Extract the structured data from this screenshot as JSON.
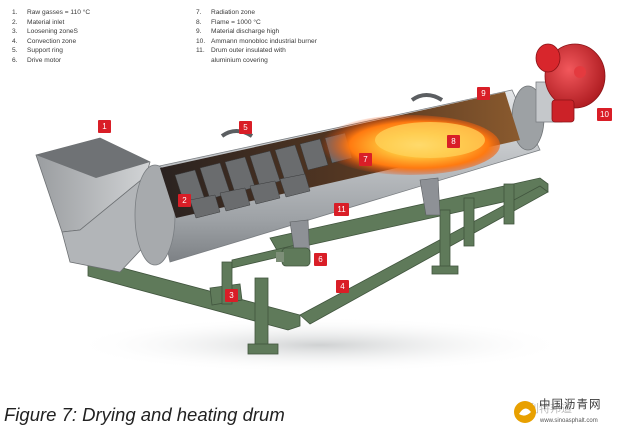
{
  "legend": {
    "left": [
      {
        "num": "1.",
        "text": "Raw gasses = 110 °C"
      },
      {
        "num": "2.",
        "text": "Material inlet"
      },
      {
        "num": "3.",
        "text": "Loosening zoneS"
      },
      {
        "num": "4.",
        "text": "Convection zone"
      },
      {
        "num": "5.",
        "text": "Support ring"
      },
      {
        "num": "6.",
        "text": "Drive motor"
      }
    ],
    "right": [
      {
        "num": "7.",
        "text": "Radiation zone"
      },
      {
        "num": "8.",
        "text": "Flame = 1000 °C"
      },
      {
        "num": "9.",
        "text": "Material discharge high"
      },
      {
        "num": "10.",
        "text": "Ammann monobloc industrial burner"
      },
      {
        "num": "11.",
        "text": "Drum outer insulated with"
      },
      {
        "num": "",
        "text": "aluminium covering"
      }
    ]
  },
  "markers": [
    "1",
    "2",
    "3",
    "4",
    "5",
    "6",
    "7",
    "8",
    "9",
    "10",
    "11"
  ],
  "caption": "Figure 7: Drying and heating drum",
  "watermark": {
    "account": "利特邦道",
    "title": "中国沥青网",
    "url": "www.sinoasphalt.com"
  },
  "colors": {
    "marker": "#d91e27",
    "frame": "#5f7a5a",
    "drum": "#b9bcbf",
    "burner": "#d8262c",
    "flame": "#ff7a10"
  }
}
